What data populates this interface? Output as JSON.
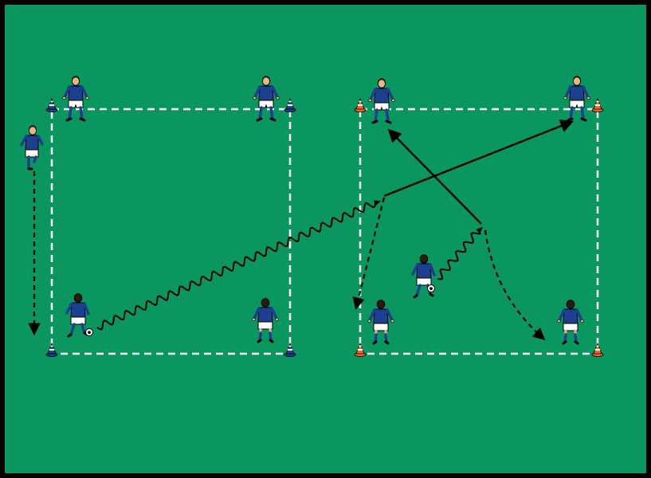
{
  "colors": {
    "border": "#000000",
    "field": "#0b9660",
    "boundary_line": "#ffffff",
    "jersey": "#1d3f8f",
    "shorts": "#ffffff",
    "socks": "#1d3f8f",
    "skin": "#e8b48c",
    "hair": "#2a1a10",
    "cone_blue": "#1d3f8f",
    "cone_orange": "#f26522",
    "ball": "#ffffff",
    "arrow": "#000000"
  },
  "icons": {
    "player": "player-icon",
    "cone": "cone-icon",
    "ball": "ball-icon",
    "dribble": "dribble-path",
    "pass": "pass-arrow",
    "run": "run-arrow"
  },
  "zones": [
    {
      "name": "left-square",
      "cone_color": "cone_blue",
      "player_count": 5,
      "ball_count": 1
    },
    {
      "name": "right-square",
      "cone_color": "cone_orange",
      "player_count": 5,
      "ball_count": 1
    }
  ]
}
